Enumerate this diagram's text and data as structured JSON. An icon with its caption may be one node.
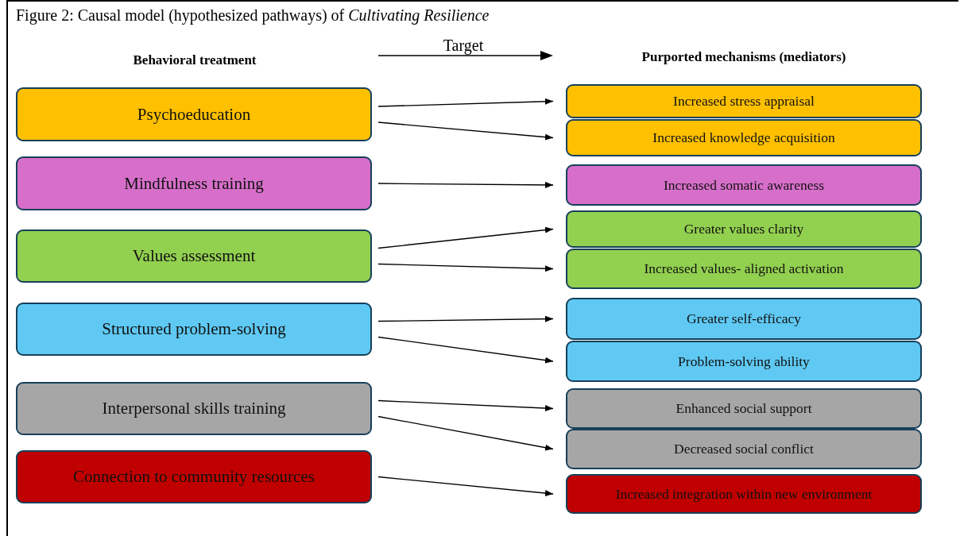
{
  "diagram": {
    "title": "Figure 2: Causal model (hypothesized pathways) of *Cultivating Resilience*",
    "nodes": [
      {
        "text": [
          "Psychoeducation"
        ]
      },
      {
        "text": [
          "Mindfulness training"
        ]
      },
      {
        "text": [
          "Values assessment"
        ]
      },
      {
        "text": [
          "Structured problem-solving"
        ]
      },
      {
        "text": [
          "Interpersonal skills training"
        ]
      },
      {
        "text": [
          "Connection to community resources"
        ]
      },
      {
        "text": [
          "Increased stress appraisal"
        ]
      },
      {
        "text": [
          "Increased knowledge acquisition"
        ]
      },
      {
        "text": [
          "Increased somatic awareness"
        ]
      },
      {
        "text": [
          "Greater values clarity"
        ]
      },
      {
        "text": [
          "Increased values- aligned activation"
        ]
      },
      {
        "text": [
          "Greater self-efficacy"
        ]
      },
      {
        "text": [
          "Problem-solving ability"
        ]
      },
      {
        "text": [
          "Enhanced social support"
        ]
      },
      {
        "text": [
          "Decreased social conflict"
        ]
      },
      {
        "text": [
          "Increased integration within new environment"
        ]
      }
    ],
    "edges": [
      {
        "from": 0,
        "to": 6,
        "arrow": "to"
      },
      {
        "from": 0,
        "to": 7,
        "arrow": "to"
      },
      {
        "from": 1,
        "to": 8,
        "arrow": "to"
      },
      {
        "from": 2,
        "to": 9,
        "arrow": "to"
      },
      {
        "from": 2,
        "to": 10,
        "arrow": "to"
      },
      {
        "from": 3,
        "to": 11,
        "arrow": "to"
      },
      {
        "from": 3,
        "to": 12,
        "arrow": "to"
      },
      {
        "from": 4,
        "to": 13,
        "arrow": "to"
      },
      {
        "from": 4,
        "to": 14,
        "arrow": "to"
      },
      {
        "from": 5,
        "to": 15,
        "arrow": "to"
      }
    ],
    "labels": [
      "Target",
      "Behavioral treatment",
      "Purported mechanisms (mediators)"
    ]
  }
}
